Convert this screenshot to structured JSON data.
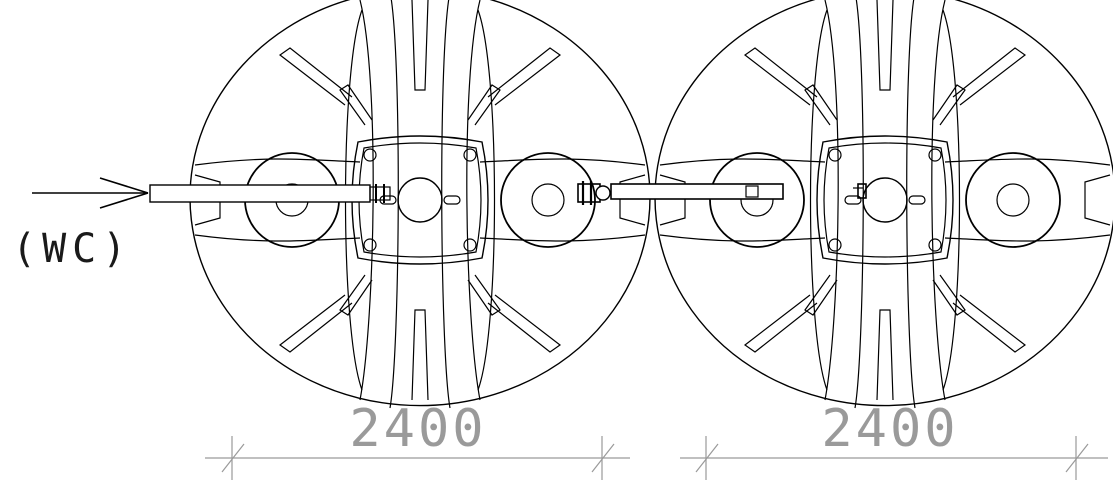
{
  "inlet": {
    "label": "(WC)"
  },
  "tanks": [
    {
      "dimension": "2400"
    },
    {
      "dimension": "2400"
    }
  ],
  "colors": {
    "line": "#000000",
    "dimension": "#9a9a9a",
    "background": "#ffffff"
  }
}
